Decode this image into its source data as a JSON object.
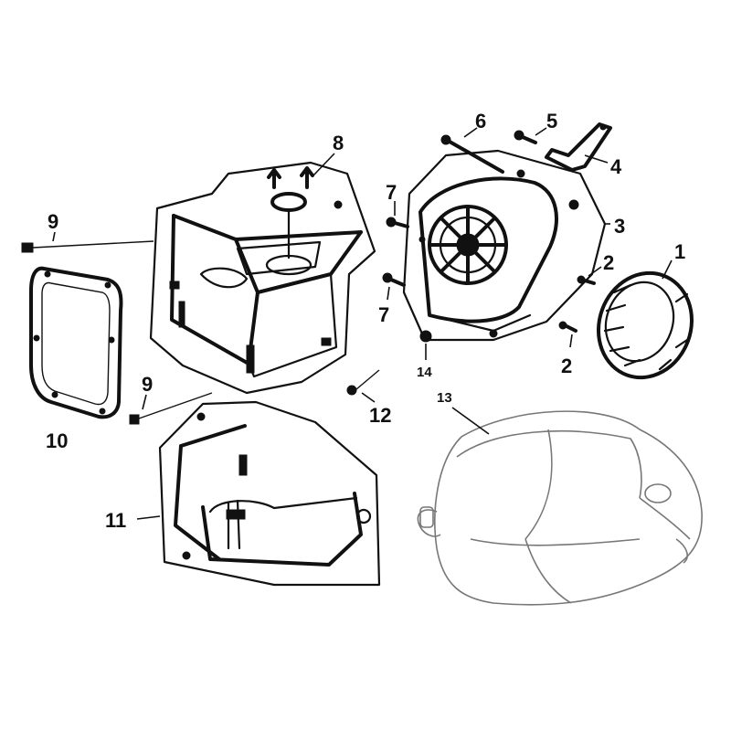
{
  "callouts": {
    "p1": "1",
    "p2a": "2",
    "p2b": "2",
    "p3": "3",
    "p4": "4",
    "p5": "5",
    "p6": "6",
    "p7a": "7",
    "p7b": "7",
    "p8": "8",
    "p9a": "9",
    "p9b": "9",
    "p10": "10",
    "p11": "11",
    "p12": "12",
    "p13": "13",
    "p14": "14"
  },
  "colors": {
    "ink": "#111111",
    "outline_grey": "#777777",
    "background": "#ffffff"
  }
}
